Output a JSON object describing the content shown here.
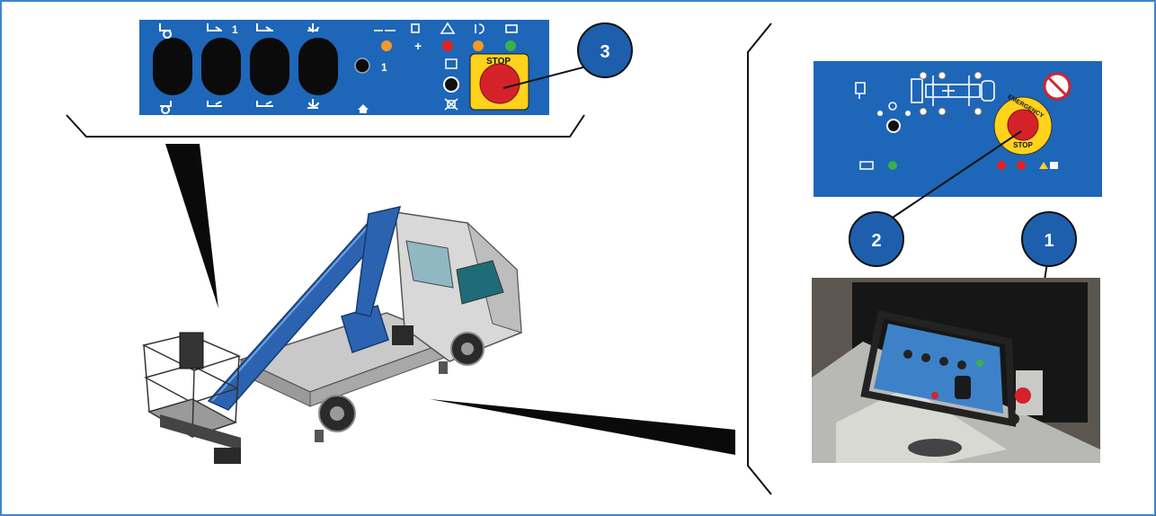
{
  "callouts": [
    "3",
    "2",
    "1"
  ],
  "upper_panel": {
    "stop_label": "STOP",
    "selector_label": "1",
    "row_label": "1",
    "plus_sign": "+"
  },
  "ground_panel": {
    "emergency_label": "EMERGENCY",
    "stop_label": "STOP"
  },
  "colors": {
    "panel_blue": "#1e66b8",
    "callout_blue": "#1d5fad",
    "frame_blue": "#3a86cf",
    "boom_blue": "#2b63b0",
    "stop_red": "#d5222a",
    "stop_yellow": "#ffd21c",
    "led_orange": "#f29a26",
    "led_red": "#e3221f",
    "led_green": "#37b24a"
  },
  "icons": [
    "boom-up-icon",
    "boom-down-icon",
    "jib-icon",
    "telescope-icon",
    "rotation-icon",
    "home-icon",
    "horn-icon",
    "warning-icon",
    "battery-icon",
    "key-switch-icon",
    "no-drill-icon"
  ]
}
